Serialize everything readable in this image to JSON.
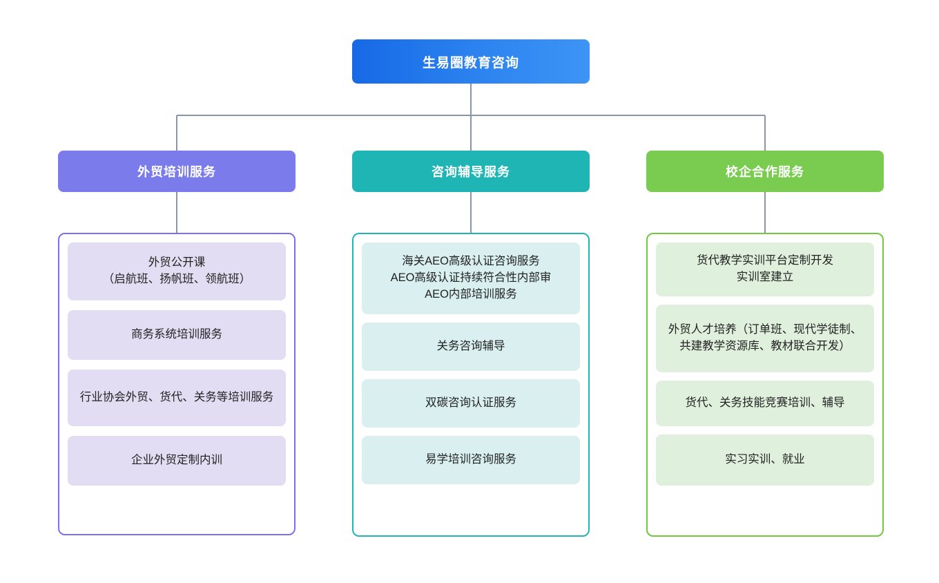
{
  "colors": {
    "root_gradient_from": "#1769e6",
    "root_gradient_to": "#3d94f5",
    "branch1": "#7b7bec",
    "branch2": "#1fb5b5",
    "branch3": "#79cc4f",
    "leaf1_bg": "#e2ddf3",
    "leaf2_bg": "#d9eff0",
    "leaf3_bg": "#dff0dc",
    "connector_line": "#8795a8",
    "page_bg": "#ffffff"
  },
  "root": {
    "label": "生易圈教育咨询"
  },
  "branches": [
    {
      "id": "waimao-peixun",
      "header": "外贸培训服务",
      "items": [
        {
          "label": "外贸公开课\n（启航班、扬帆班、领航班）"
        },
        {
          "label": "商务系统培训服务"
        },
        {
          "label": "行业协会外贸、货代、关务等培训服务"
        },
        {
          "label": "企业外贸定制内训"
        }
      ]
    },
    {
      "id": "zixun-fudao",
      "header": "咨询辅导服务",
      "items": [
        {
          "label": "海关AEO高级认证咨询服务\nAEO高级认证持续符合性内部审\nAEO内部培训服务"
        },
        {
          "label": "关务咨询辅导"
        },
        {
          "label": "双碳咨询认证服务"
        },
        {
          "label": "易学培训咨询服务"
        }
      ]
    },
    {
      "id": "xiaoqi-hezuo",
      "header": "校企合作服务",
      "items": [
        {
          "label": "货代教学实训平台定制开发\n实训室建立"
        },
        {
          "label": "外贸人才培养（订单班、现代学徒制、共建教学资源库、教材联合开发）"
        },
        {
          "label": "货代、关务技能竞赛培训、辅导"
        },
        {
          "label": "实习实训、就业"
        }
      ]
    }
  ]
}
